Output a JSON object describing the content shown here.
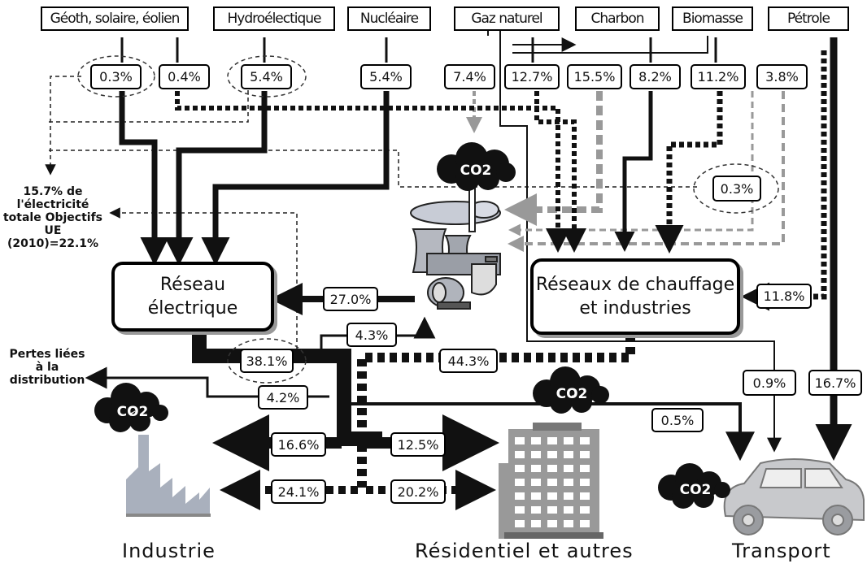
{
  "sources": {
    "geoth": "Géoth, solaire, éolien",
    "hydro": "Hydroélectique",
    "nucleaire": "Nucléaire",
    "gaz": "Gaz naturel",
    "charbon": "Charbon",
    "biomasse": "Biomasse",
    "petrole": "Pétrole"
  },
  "inputs": {
    "geoth_elec": "0.3%",
    "geoth_heat": "0.4%",
    "hydro": "5.4%",
    "nucleaire": "5.4%",
    "gaz_elec": "7.4%",
    "gaz_heat": "12.7%",
    "charbon_elec": "15.5%",
    "charbon_heat": "8.2%",
    "biomasse_heat": "11.2%",
    "petrole_elec": "3.8%",
    "biomasse_elec": "0.3%",
    "petrole_heat": "11.8%",
    "gaz_transport": "0.9%",
    "petrole_transport": "16.7%"
  },
  "nodes": {
    "reseau_electrique": "Réseau électrique",
    "reseaux_chauffage": "Réseaux de chauffage et industries"
  },
  "flows": {
    "plant_to_grid": "27.0%",
    "grid_to_plant": "4.3%",
    "grid_distribution": "38.1%",
    "heat_distribution": "44.3%",
    "losses": "4.2%",
    "grid_to_transport": "0.5%",
    "elec_industrie": "16.6%",
    "elec_residentiel": "12.5%",
    "heat_industrie": "24.1%",
    "heat_residentiel": "20.2%"
  },
  "notes": {
    "renewable_share": "15.7% de l'électricité totale Objectifs UE (2010)=22.1%",
    "losses_label": "Pertes liées à la distribution"
  },
  "emissions": {
    "label": "CO2"
  },
  "sectors": {
    "industrie": "Industrie",
    "residentiel": "Résidentiel et autres",
    "transport": "Transport"
  }
}
